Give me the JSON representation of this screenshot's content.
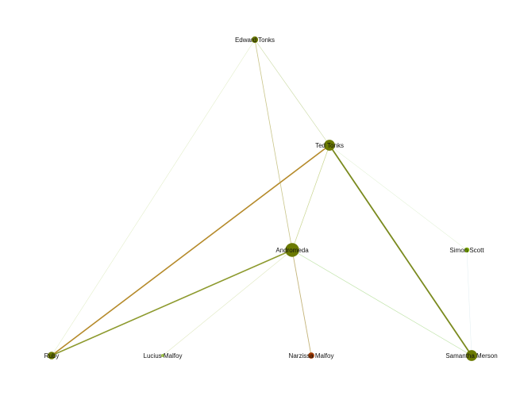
{
  "graph": {
    "nodes": [
      {
        "id": "edward",
        "label": "Edward Tonks",
        "color": "#6b7a00",
        "size": 1.0
      },
      {
        "id": "ted",
        "label": "Ted Tonks",
        "color": "#6b7a00",
        "size": 2.2
      },
      {
        "id": "andromeda",
        "label": "Andromeda",
        "color": "#6b7a00",
        "size": 3.0
      },
      {
        "id": "simon",
        "label": "Simon Scott",
        "color": "#7aa800",
        "size": 0.6
      },
      {
        "id": "ruby",
        "label": "Ruby",
        "color": "#6b7a00",
        "size": 1.3
      },
      {
        "id": "lucius",
        "label": "Lucius Malfoy",
        "color": "#9fc44a",
        "size": 0.1
      },
      {
        "id": "narzissa",
        "label": "Narzissa Malfoy",
        "color": "#a33a00",
        "size": 0.9
      },
      {
        "id": "samantha",
        "label": "Samantha Merson",
        "color": "#6b7a00",
        "size": 2.2
      }
    ],
    "edges": [
      {
        "source": "edward",
        "target": "ted",
        "color": "#c8d8a0",
        "weight": 0.6
      },
      {
        "source": "edward",
        "target": "andromeda",
        "color": "#c9c58a",
        "weight": 0.8
      },
      {
        "source": "edward",
        "target": "ruby",
        "color": "#d9e8b8",
        "weight": 0.5
      },
      {
        "source": "ted",
        "target": "ruby",
        "color": "#b58a2a",
        "weight": 1.6
      },
      {
        "source": "ted",
        "target": "andromeda",
        "color": "#c9d590",
        "weight": 0.7
      },
      {
        "source": "ted",
        "target": "samantha",
        "color": "#7a8a1e",
        "weight": 1.8
      },
      {
        "source": "ted",
        "target": "simon",
        "color": "#d8ecc8",
        "weight": 0.5
      },
      {
        "source": "andromeda",
        "target": "ruby",
        "color": "#8d9a2e",
        "weight": 1.6
      },
      {
        "source": "andromeda",
        "target": "lucius",
        "color": "#dfe8c0",
        "weight": 0.6
      },
      {
        "source": "andromeda",
        "target": "narzissa",
        "color": "#c4b47a",
        "weight": 0.9
      },
      {
        "source": "andromeda",
        "target": "samantha",
        "color": "#bfe3a8",
        "weight": 0.7
      },
      {
        "source": "simon",
        "target": "samantha",
        "color": "#e0eef0",
        "weight": 0.5
      }
    ]
  }
}
